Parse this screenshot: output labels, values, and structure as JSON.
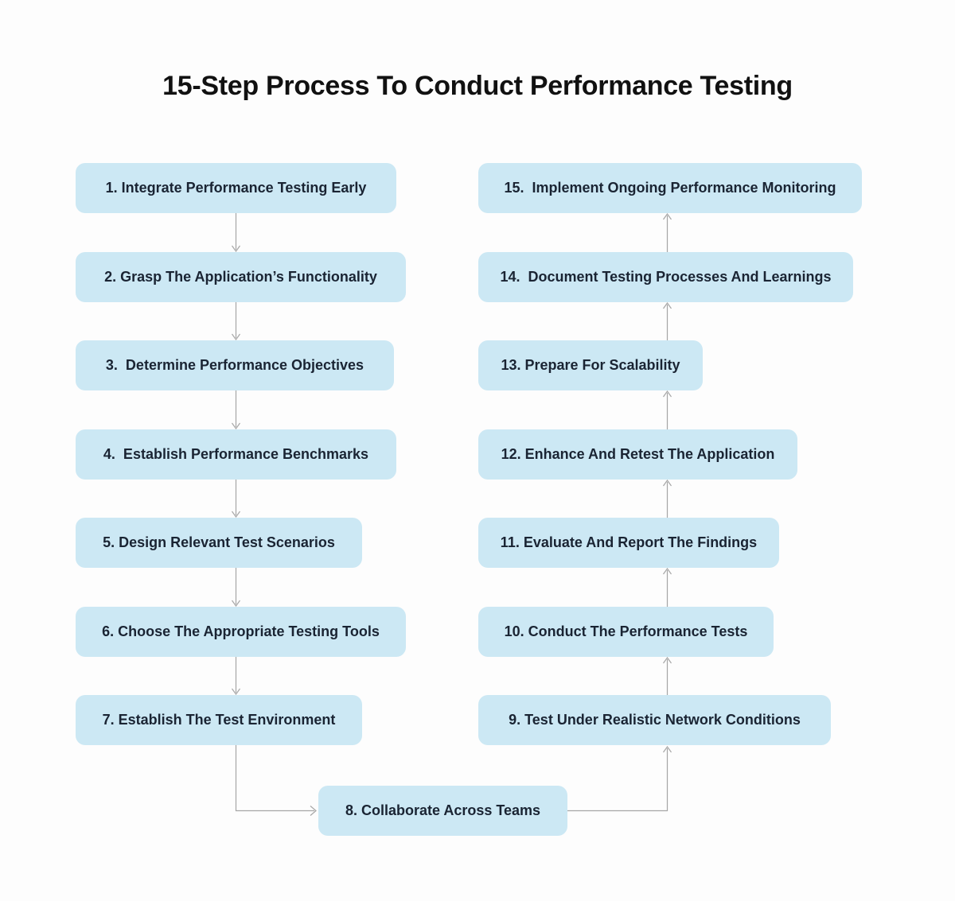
{
  "title": "15-Step Process To Conduct Performance Testing",
  "colors": {
    "box_fill": "#cce8f4",
    "box_text": "#1a2433",
    "title_text": "#111111",
    "arrow": "#a6a6a6",
    "background": "#fdfdfd"
  },
  "steps": [
    {
      "id": 1,
      "label": "1. Integrate Performance Testing Early"
    },
    {
      "id": 2,
      "label": "2. Grasp The Application’s Functionality"
    },
    {
      "id": 3,
      "label": "3.  Determine Performance Objectives"
    },
    {
      "id": 4,
      "label": "4.  Establish Performance Benchmarks"
    },
    {
      "id": 5,
      "label": "5. Design Relevant Test Scenarios"
    },
    {
      "id": 6,
      "label": "6. Choose The Appropriate Testing Tools"
    },
    {
      "id": 7,
      "label": "7. Establish The Test Environment"
    },
    {
      "id": 8,
      "label": "8. Collaborate Across Teams"
    },
    {
      "id": 9,
      "label": "9. Test Under Realistic Network Conditions"
    },
    {
      "id": 10,
      "label": "10. Conduct The Performance Tests"
    },
    {
      "id": 11,
      "label": "11. Evaluate And Report The Findings"
    },
    {
      "id": 12,
      "label": "12. Enhance And Retest The Application"
    },
    {
      "id": 13,
      "label": "13. Prepare For Scalability"
    },
    {
      "id": 14,
      "label": "14.  Document Testing Processes And Learnings"
    },
    {
      "id": 15,
      "label": "15.  Implement Ongoing Performance Monitoring"
    }
  ],
  "edges": [
    {
      "from": 1,
      "to": 2,
      "direction": "down"
    },
    {
      "from": 2,
      "to": 3,
      "direction": "down"
    },
    {
      "from": 3,
      "to": 4,
      "direction": "down"
    },
    {
      "from": 4,
      "to": 5,
      "direction": "down"
    },
    {
      "from": 5,
      "to": 6,
      "direction": "down"
    },
    {
      "from": 6,
      "to": 7,
      "direction": "down"
    },
    {
      "from": 7,
      "to": 8,
      "direction": "down-right-elbow"
    },
    {
      "from": 8,
      "to": 9,
      "direction": "right-up-elbow"
    },
    {
      "from": 9,
      "to": 10,
      "direction": "up"
    },
    {
      "from": 10,
      "to": 11,
      "direction": "up"
    },
    {
      "from": 11,
      "to": 12,
      "direction": "up"
    },
    {
      "from": 12,
      "to": 13,
      "direction": "up"
    },
    {
      "from": 13,
      "to": 14,
      "direction": "up"
    },
    {
      "from": 14,
      "to": 15,
      "direction": "up"
    }
  ]
}
